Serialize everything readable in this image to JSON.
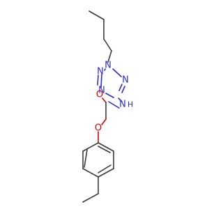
{
  "molecule": {
    "atoms": {
      "n1": "N",
      "n2": "N",
      "n3": "N",
      "n4": "N",
      "nh": "N",
      "nh_h": "H",
      "o_carbonyl": "O",
      "o_ether": "O"
    },
    "colors": {
      "carbon_bond": "#3a3a3a",
      "nitrogen": "#2b2bd6",
      "oxygen": "#e00000",
      "background": "#ffffff"
    }
  }
}
